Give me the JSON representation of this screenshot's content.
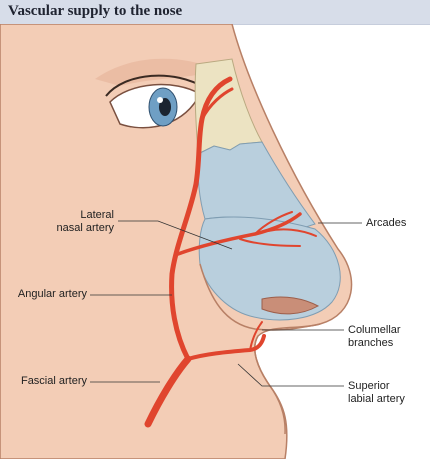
{
  "title": "Vascular supply to the nose",
  "labels": {
    "lateral_nasal_artery": [
      "Lateral",
      "nasal artery"
    ],
    "angular_artery": "Angular artery",
    "fascial_artery": "Fascial artery",
    "arcades": "Arcades",
    "columellar_branches": [
      "Columellar",
      "branches"
    ],
    "superior_labial_artery": [
      "Superior",
      "labial artery"
    ]
  },
  "colors": {
    "title_bar": "#d7dde9",
    "skin": "#f3cdb6",
    "bone": "#ece3c2",
    "cartilage": "#b9cfdd",
    "artery": "#e0452e",
    "leader": "#333333"
  }
}
